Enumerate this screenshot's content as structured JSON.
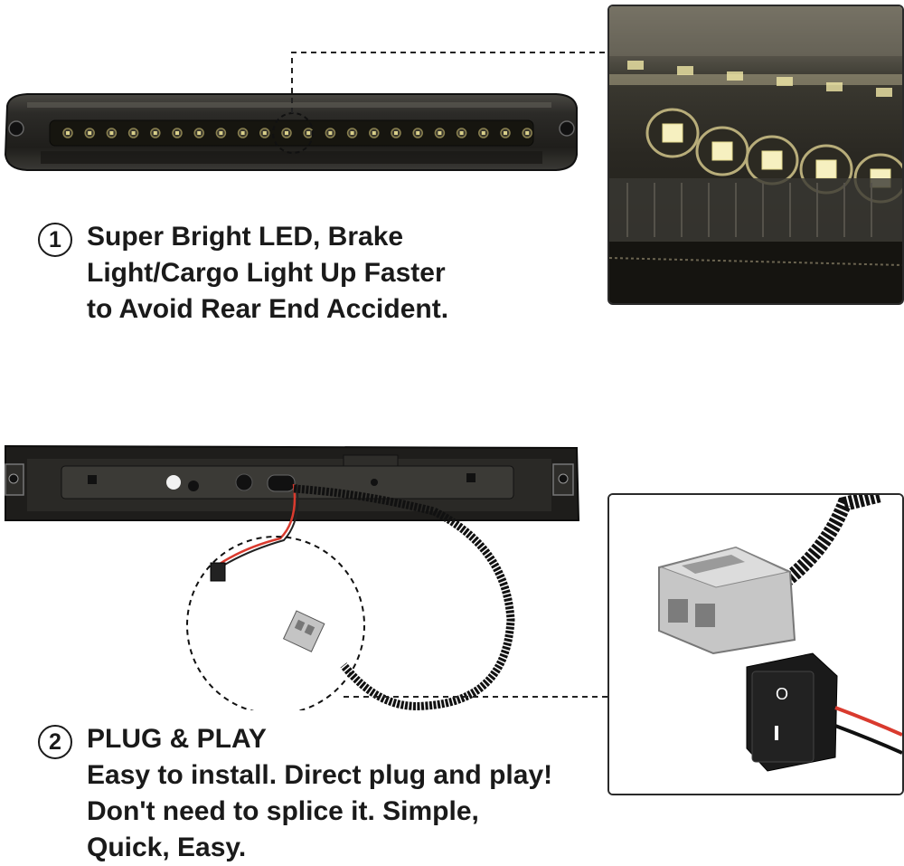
{
  "features": [
    {
      "number": "1",
      "lines": [
        "Super Bright LED, Brake",
        "Light/Cargo Light Up Faster",
        "to Avoid Rear End Accident."
      ]
    },
    {
      "number": "2",
      "lines": [
        "PLUG & PLAY",
        "Easy to install. Direct plug and play!",
        "Don't need to splice it. Simple,",
        "Quick, Easy."
      ]
    }
  ],
  "colors": {
    "text": "#1a1a1a",
    "lamp_body": "#2b2a27",
    "led_lens": "#f3e9a6",
    "connector_gray": "#c4c4c4",
    "wire_red": "#d93a2e"
  },
  "icons": [
    "led-light-bar",
    "led-closeup",
    "light-bar-back",
    "wire-harness",
    "connector-plug",
    "rocker-switch"
  ]
}
